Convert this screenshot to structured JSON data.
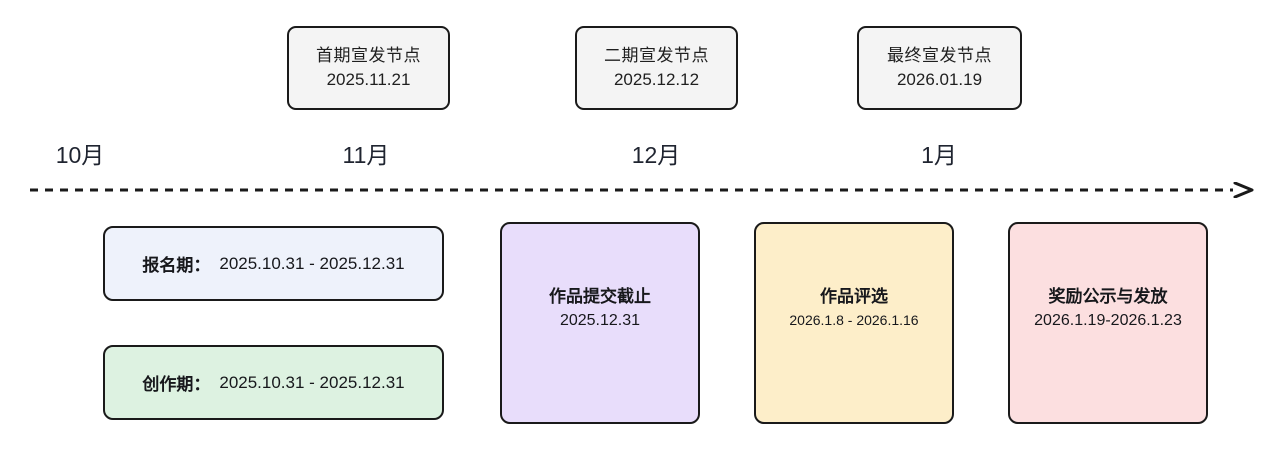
{
  "diagram": {
    "type": "timeline",
    "title_visible": false,
    "axis": {
      "style": "dashed",
      "arrow": "right",
      "color": "#1a1a1a"
    },
    "month_labels": [
      {
        "text": "10月"
      },
      {
        "text": "11月"
      },
      {
        "text": "12月"
      },
      {
        "text": "1月"
      }
    ],
    "milestones": [
      {
        "name": "first-announcement",
        "title": "首期宣发节点",
        "date": "2025.11.21",
        "fill": "#f4f4f4",
        "border": "#1a1a1a"
      },
      {
        "name": "second-announcement",
        "title": "二期宣发节点",
        "date": "2025.12.12",
        "fill": "#f4f4f4",
        "border": "#1a1a1a"
      },
      {
        "name": "final-announcement",
        "title": "最终宣发节点",
        "date": "2026.01.19",
        "fill": "#f4f4f4",
        "border": "#1a1a1a"
      }
    ],
    "phases": [
      {
        "name": "registration",
        "title": "报名期：",
        "date": "2025.10.31 - 2025.12.31",
        "fill": "#eef2fb",
        "border": "#1a1a1a"
      },
      {
        "name": "creation",
        "title": "创作期：",
        "date": "2025.10.31 - 2025.12.31",
        "fill": "#ddf2e1",
        "border": "#1a1a1a"
      },
      {
        "name": "submission-deadline",
        "title": "作品提交截止",
        "date": "2025.12.31",
        "fill": "#e8ddfb",
        "border": "#1a1a1a"
      },
      {
        "name": "judging",
        "title": "作品评选",
        "date": "2026.1.8 - 2026.1.16",
        "fill": "#fdeec9",
        "border": "#1a1a1a"
      },
      {
        "name": "award-announcement",
        "title": "奖励公示与发放",
        "date": "2026.1.19-2026.1.23",
        "fill": "#fcdfe0",
        "border": "#1a1a1a"
      }
    ]
  }
}
